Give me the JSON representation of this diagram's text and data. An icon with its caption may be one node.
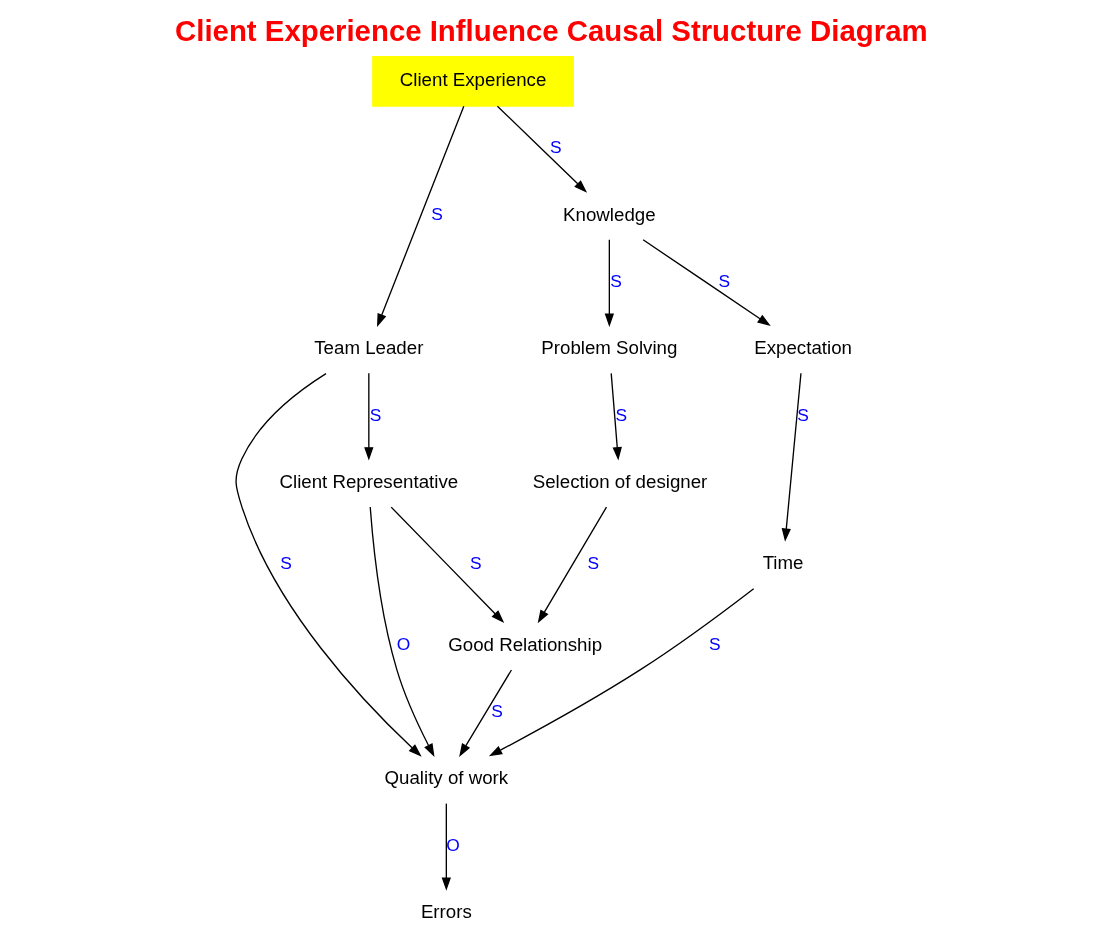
{
  "diagram": {
    "title": "Client Experience Influence Causal Structure Diagram",
    "nodes": [
      {
        "text": [
          "Errors"
        ]
      },
      {
        "text": [
          "Quality of work"
        ]
      },
      {
        "text": [
          "Team Leader"
        ]
      },
      {
        "text": [
          "Client Representative"
        ]
      },
      {
        "text": [
          "Client Experience"
        ]
      },
      {
        "text": [
          "Good Relationship"
        ]
      },
      {
        "text": [
          "Problem Solving"
        ]
      },
      {
        "text": [
          "Selection of designer"
        ]
      },
      {
        "text": [
          "Knowledge"
        ]
      },
      {
        "text": [
          "Time"
        ]
      },
      {
        "text": [
          "Expectation"
        ]
      }
    ],
    "edges": [
      {
        "from": 1,
        "to": 0,
        "arrow": "to",
        "label": "O"
      },
      {
        "from": 2,
        "to": 1,
        "arrow": "to",
        "label": "S"
      },
      {
        "from": 3,
        "to": 1,
        "arrow": "to",
        "label": "O"
      },
      {
        "from": 4,
        "to": 2,
        "arrow": "to",
        "label": "S"
      },
      {
        "from": 2,
        "to": 3,
        "arrow": "to",
        "label": "S"
      },
      {
        "from": 3,
        "to": 5,
        "arrow": "to",
        "label": "S"
      },
      {
        "from": 5,
        "to": 1,
        "arrow": "to",
        "label": "S"
      },
      {
        "from": 9,
        "to": 1,
        "arrow": "to",
        "label": "S"
      },
      {
        "from": 4,
        "to": 8,
        "arrow": "to",
        "label": "S"
      },
      {
        "from": 8,
        "to": 6,
        "arrow": "to",
        "label": "S"
      },
      {
        "from": 6,
        "to": 7,
        "arrow": "to",
        "label": "S"
      },
      {
        "from": 7,
        "to": 5,
        "arrow": "to",
        "label": "S"
      },
      {
        "from": 8,
        "to": 10,
        "arrow": "to",
        "label": "S"
      },
      {
        "from": 10,
        "to": 9,
        "arrow": "to",
        "label": "S"
      }
    ]
  }
}
